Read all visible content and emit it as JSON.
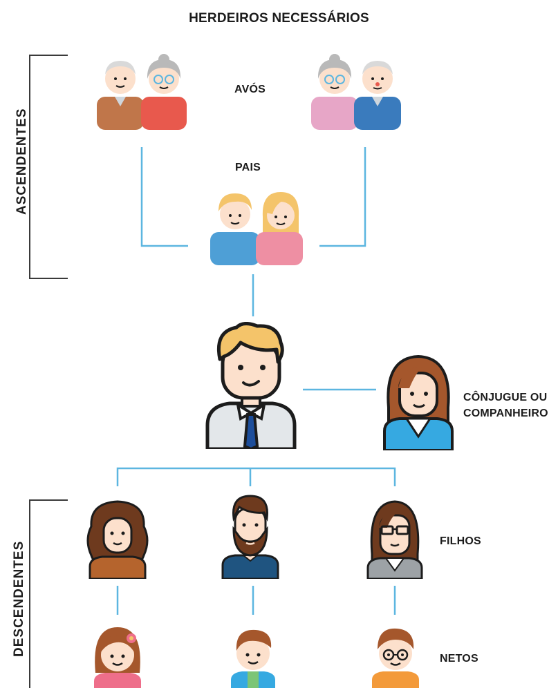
{
  "title": "HERDEIROS NECESSÁRIOS",
  "labels": {
    "avos": "AVÓS",
    "pais": "PAIS",
    "conjuge_line1": "CÔNJUGUE OU",
    "conjuge_line2": "COMPANHEIRO",
    "filhos": "FILHOS",
    "netos": "NETOS"
  },
  "sections": {
    "ascendentes": "ASCENDENTES",
    "descendentes": "DESCENDENTES"
  },
  "colors": {
    "connector": "#5cb6e0",
    "bracket": "#3a3a3a",
    "outline": "#1c1c1c",
    "skin": "#fce0cc",
    "hair_blond": "#f4c46a",
    "hair_brown": "#9a5a2c"
  },
  "icons": {
    "grandparents_left": "grandparents-icon",
    "grandparents_right": "grandparents-icon",
    "parents": "parents-icon",
    "main_person": "businessman-icon",
    "spouse": "woman-icon",
    "children": [
      "curly-woman-icon",
      "bearded-man-icon",
      "glasses-woman-icon"
    ],
    "grandchildren": [
      "girl-icon",
      "boy-icon",
      "glasses-boy-icon"
    ]
  }
}
